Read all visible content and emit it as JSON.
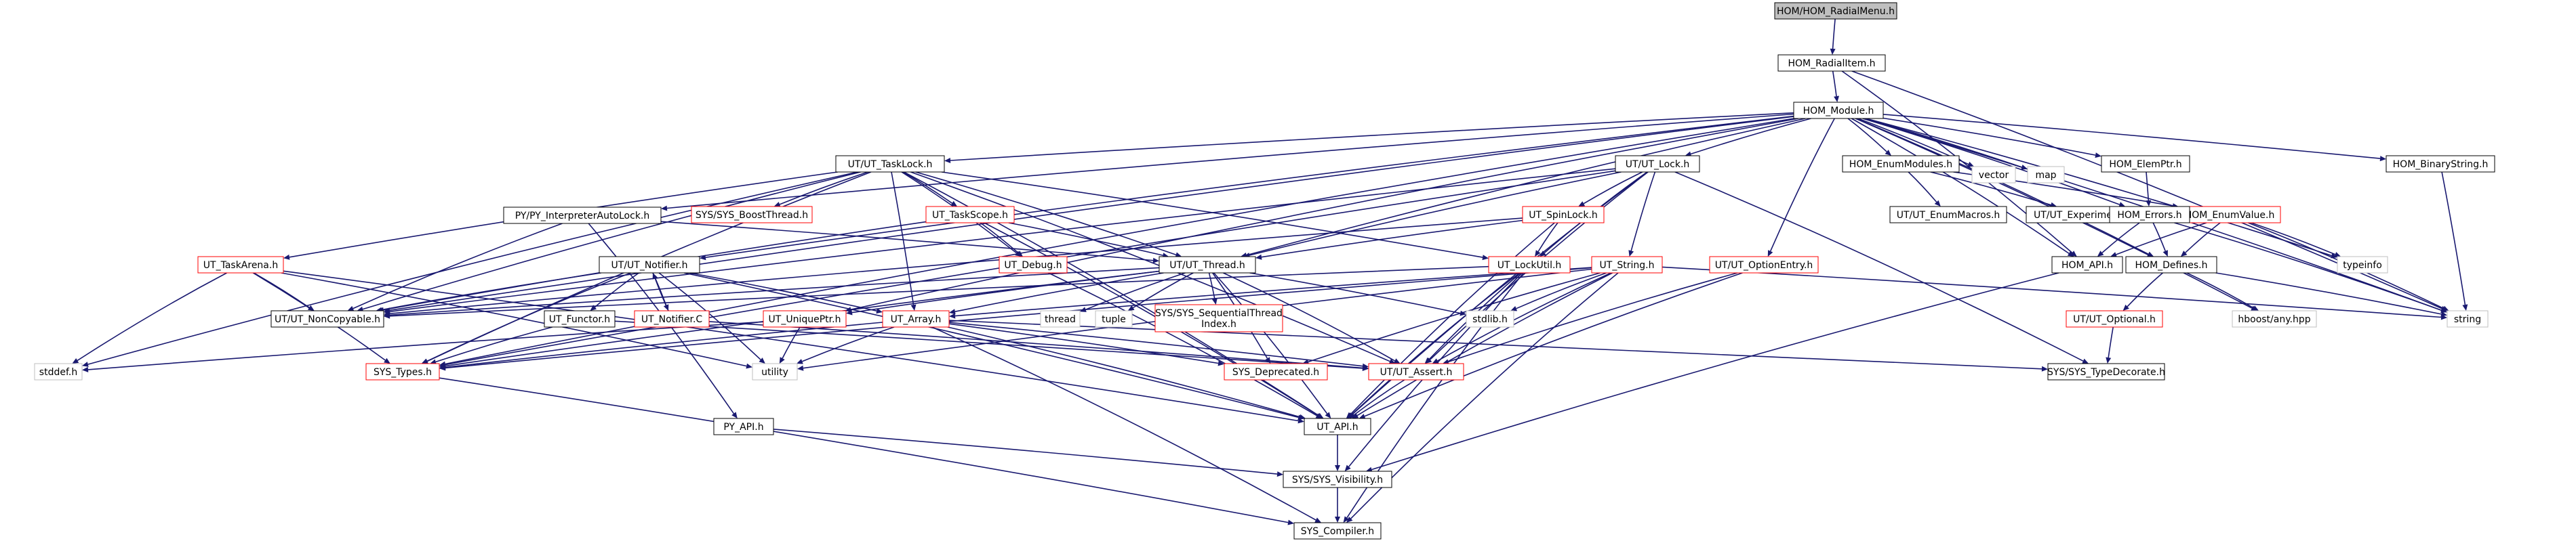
{
  "nodes": [
    {
      "id": "root",
      "lines": [
        "HOM/HOM_RadialMenu.h"
      ],
      "style": "focus"
    },
    {
      "id": "radialitem",
      "lines": [
        "HOM_RadialItem.h"
      ],
      "style": "black"
    },
    {
      "id": "module",
      "lines": [
        "HOM_Module.h"
      ],
      "style": "black"
    },
    {
      "id": "tasklock",
      "lines": [
        "UT/UT_TaskLock.h"
      ],
      "style": "black"
    },
    {
      "id": "lock",
      "lines": [
        "UT/UT_Lock.h"
      ],
      "style": "black"
    },
    {
      "id": "enummodules",
      "lines": [
        "HOM_EnumModules.h"
      ],
      "style": "black"
    },
    {
      "id": "vector",
      "lines": [
        "vector"
      ],
      "style": "gray"
    },
    {
      "id": "map",
      "lines": [
        "map"
      ],
      "style": "gray"
    },
    {
      "id": "elemptr",
      "lines": [
        "HOM_ElemPtr.h"
      ],
      "style": "black"
    },
    {
      "id": "binarystring",
      "lines": [
        "HOM_BinaryString.h"
      ],
      "style": "black"
    },
    {
      "id": "pyinterp",
      "lines": [
        "PY/PY_InterpreterAutoLock.h"
      ],
      "style": "black"
    },
    {
      "id": "boostthread",
      "lines": [
        "SYS/SYS_BoostThread.h"
      ],
      "style": "red"
    },
    {
      "id": "taskscope",
      "lines": [
        "UT_TaskScope.h"
      ],
      "style": "red"
    },
    {
      "id": "spinlock",
      "lines": [
        "UT_SpinLock.h"
      ],
      "style": "red"
    },
    {
      "id": "enummacros",
      "lines": [
        "UT/UT_EnumMacros.h"
      ],
      "style": "black"
    },
    {
      "id": "experimental",
      "lines": [
        "UT/UT_Experimental.h"
      ],
      "style": "black"
    },
    {
      "id": "enumvalue",
      "lines": [
        "HOM_EnumValue.h"
      ],
      "style": "red"
    },
    {
      "id": "errors",
      "lines": [
        "HOM_Errors.h"
      ],
      "style": "black"
    },
    {
      "id": "taskarena",
      "lines": [
        "UT_TaskArena.h"
      ],
      "style": "red"
    },
    {
      "id": "notifier",
      "lines": [
        "UT/UT_Notifier.h"
      ],
      "style": "black"
    },
    {
      "id": "debug",
      "lines": [
        "UT_Debug.h"
      ],
      "style": "red"
    },
    {
      "id": "thread",
      "lines": [
        "UT/UT_Thread.h"
      ],
      "style": "black"
    },
    {
      "id": "lockutil",
      "lines": [
        "UT_LockUtil.h"
      ],
      "style": "red"
    },
    {
      "id": "string",
      "lines": [
        "UT_String.h"
      ],
      "style": "red"
    },
    {
      "id": "optionentry",
      "lines": [
        "UT/UT_OptionEntry.h"
      ],
      "style": "red"
    },
    {
      "id": "homapi",
      "lines": [
        "HOM_API.h"
      ],
      "style": "black"
    },
    {
      "id": "defines",
      "lines": [
        "HOM_Defines.h"
      ],
      "style": "black"
    },
    {
      "id": "typeinfo",
      "lines": [
        "typeinfo"
      ],
      "style": "gray"
    },
    {
      "id": "noncopyable",
      "lines": [
        "UT/UT_NonCopyable.h"
      ],
      "style": "black"
    },
    {
      "id": "functor",
      "lines": [
        "UT_Functor.h"
      ],
      "style": "black"
    },
    {
      "id": "notifierc",
      "lines": [
        "UT_Notifier.C"
      ],
      "style": "red"
    },
    {
      "id": "uniqueptr",
      "lines": [
        "UT_UniquePtr.h"
      ],
      "style": "red"
    },
    {
      "id": "array",
      "lines": [
        "UT_Array.h"
      ],
      "style": "red"
    },
    {
      "id": "threadstd",
      "lines": [
        "thread"
      ],
      "style": "gray"
    },
    {
      "id": "tuple",
      "lines": [
        "tuple"
      ],
      "style": "gray"
    },
    {
      "id": "seqthread",
      "lines": [
        "SYS/SYS_SequentialThread",
        "Index.h"
      ],
      "style": "red"
    },
    {
      "id": "stdlib",
      "lines": [
        "stdlib.h"
      ],
      "style": "gray"
    },
    {
      "id": "string_std",
      "lines": [
        "string"
      ],
      "style": "gray"
    },
    {
      "id": "anyhpp",
      "lines": [
        "hboost/any.hpp"
      ],
      "style": "gray"
    },
    {
      "id": "optional",
      "lines": [
        "UT/UT_Optional.h"
      ],
      "style": "red"
    },
    {
      "id": "stddef",
      "lines": [
        "stddef.h"
      ],
      "style": "gray"
    },
    {
      "id": "systypes",
      "lines": [
        "SYS_Types.h"
      ],
      "style": "red"
    },
    {
      "id": "utility",
      "lines": [
        "utility"
      ],
      "style": "gray"
    },
    {
      "id": "deprecated",
      "lines": [
        "SYS_Deprecated.h"
      ],
      "style": "red"
    },
    {
      "id": "assert",
      "lines": [
        "UT/UT_Assert.h"
      ],
      "style": "red"
    },
    {
      "id": "typedecorate",
      "lines": [
        "SYS/SYS_TypeDecorate.h"
      ],
      "style": "black"
    },
    {
      "id": "pyapi",
      "lines": [
        "PY_API.h"
      ],
      "style": "black"
    },
    {
      "id": "utapi",
      "lines": [
        "UT_API.h"
      ],
      "style": "black"
    },
    {
      "id": "visibility",
      "lines": [
        "SYS/SYS_Visibility.h"
      ],
      "style": "black"
    },
    {
      "id": "compiler",
      "lines": [
        "SYS_Compiler.h"
      ],
      "style": "black"
    }
  ],
  "edges": [
    [
      "root",
      "radialitem"
    ],
    [
      "radialitem",
      "module"
    ],
    [
      "radialitem",
      "homapi"
    ],
    [
      "radialitem",
      "string_std"
    ],
    [
      "module",
      "tasklock"
    ],
    [
      "module",
      "lock"
    ],
    [
      "module",
      "enummodules"
    ],
    [
      "module",
      "vector"
    ],
    [
      "module",
      "map"
    ],
    [
      "module",
      "elemptr"
    ],
    [
      "module",
      "binarystring"
    ],
    [
      "module",
      "pyinterp"
    ],
    [
      "module",
      "errors"
    ],
    [
      "module",
      "homapi"
    ],
    [
      "module",
      "defines"
    ],
    [
      "module",
      "typeinfo"
    ],
    [
      "module",
      "string_std"
    ],
    [
      "module",
      "notifier"
    ],
    [
      "module",
      "thread"
    ],
    [
      "module",
      "optionentry"
    ],
    [
      "module",
      "noncopyable"
    ],
    [
      "module",
      "uniqueptr"
    ],
    [
      "module",
      "systypes"
    ],
    [
      "module",
      "anyhpp"
    ],
    [
      "tasklock",
      "boostthread"
    ],
    [
      "tasklock",
      "taskscope"
    ],
    [
      "tasklock",
      "taskarena"
    ],
    [
      "tasklock",
      "debug"
    ],
    [
      "tasklock",
      "thread"
    ],
    [
      "tasklock",
      "lockutil"
    ],
    [
      "tasklock",
      "noncopyable"
    ],
    [
      "tasklock",
      "array"
    ],
    [
      "tasklock",
      "assert"
    ],
    [
      "tasklock",
      "utapi"
    ],
    [
      "tasklock",
      "systypes"
    ],
    [
      "tasklock",
      "stddef"
    ],
    [
      "lock",
      "spinlock"
    ],
    [
      "lock",
      "lockutil"
    ],
    [
      "lock",
      "string"
    ],
    [
      "lock",
      "thread"
    ],
    [
      "lock",
      "noncopyable"
    ],
    [
      "lock",
      "utapi"
    ],
    [
      "lock",
      "assert"
    ],
    [
      "lock",
      "systypes"
    ],
    [
      "lock",
      "typedecorate"
    ],
    [
      "enummodules",
      "enummacros"
    ],
    [
      "enummodules",
      "experimental"
    ],
    [
      "enummodules",
      "enumvalue"
    ],
    [
      "elemptr",
      "errors"
    ],
    [
      "binarystring",
      "string_std"
    ],
    [
      "pyinterp",
      "thread"
    ],
    [
      "pyinterp",
      "noncopyable"
    ],
    [
      "pyinterp",
      "pyapi"
    ],
    [
      "taskscope",
      "debug"
    ],
    [
      "taskscope",
      "thread"
    ],
    [
      "taskscope",
      "noncopyable"
    ],
    [
      "taskscope",
      "utapi"
    ],
    [
      "spinlock",
      "thread"
    ],
    [
      "spinlock",
      "lockutil"
    ],
    [
      "spinlock",
      "noncopyable"
    ],
    [
      "spinlock",
      "utapi"
    ],
    [
      "enumvalue",
      "homapi"
    ],
    [
      "enumvalue",
      "defines"
    ],
    [
      "enumvalue",
      "typeinfo"
    ],
    [
      "enumvalue",
      "string_std"
    ],
    [
      "errors",
      "homapi"
    ],
    [
      "errors",
      "defines"
    ],
    [
      "errors",
      "string_std"
    ],
    [
      "taskarena",
      "noncopyable"
    ],
    [
      "taskarena",
      "systypes"
    ],
    [
      "taskarena",
      "utapi"
    ],
    [
      "taskarena",
      "stddef"
    ],
    [
      "taskarena",
      "utility"
    ],
    [
      "notifier",
      "functor"
    ],
    [
      "notifier",
      "notifierc"
    ],
    [
      "notifier",
      "array"
    ],
    [
      "notifier",
      "noncopyable"
    ],
    [
      "notifier",
      "systypes"
    ],
    [
      "notifier",
      "utapi"
    ],
    [
      "notifier",
      "utility"
    ],
    [
      "notifierc",
      "notifier"
    ],
    [
      "notifierc",
      "assert"
    ],
    [
      "debug",
      "utapi"
    ],
    [
      "thread",
      "array"
    ],
    [
      "thread",
      "threadstd"
    ],
    [
      "thread",
      "tuple"
    ],
    [
      "thread",
      "seqthread"
    ],
    [
      "thread",
      "stdlib"
    ],
    [
      "thread",
      "noncopyable"
    ],
    [
      "thread",
      "uniqueptr"
    ],
    [
      "thread",
      "systypes"
    ],
    [
      "thread",
      "deprecated"
    ],
    [
      "thread",
      "assert"
    ],
    [
      "thread",
      "utapi"
    ],
    [
      "lockutil",
      "noncopyable"
    ],
    [
      "lockutil",
      "assert"
    ],
    [
      "lockutil",
      "utapi"
    ],
    [
      "lockutil",
      "compiler"
    ],
    [
      "lockutil",
      "visibility"
    ],
    [
      "string",
      "stdlib"
    ],
    [
      "string",
      "array"
    ],
    [
      "string",
      "assert"
    ],
    [
      "string",
      "utapi"
    ],
    [
      "string",
      "systypes"
    ],
    [
      "string",
      "deprecated"
    ],
    [
      "string",
      "utility"
    ],
    [
      "string",
      "compiler"
    ],
    [
      "string",
      "string_std"
    ],
    [
      "optionentry",
      "assert"
    ],
    [
      "optionentry",
      "utapi"
    ],
    [
      "homapi",
      "visibility"
    ],
    [
      "defines",
      "anyhpp"
    ],
    [
      "defines",
      "optional"
    ],
    [
      "defines",
      "string_std"
    ],
    [
      "functor",
      "systypes"
    ],
    [
      "functor",
      "assert"
    ],
    [
      "uniqueptr",
      "utility"
    ],
    [
      "uniqueptr",
      "stddef"
    ],
    [
      "array",
      "systypes"
    ],
    [
      "array",
      "deprecated"
    ],
    [
      "array",
      "assert"
    ],
    [
      "array",
      "utapi"
    ],
    [
      "array",
      "typedecorate"
    ],
    [
      "array",
      "utility"
    ],
    [
      "array",
      "compiler"
    ],
    [
      "optional",
      "typedecorate"
    ],
    [
      "systypes",
      "compiler"
    ],
    [
      "assert",
      "utapi"
    ],
    [
      "pyapi",
      "visibility"
    ],
    [
      "utapi",
      "visibility"
    ],
    [
      "visibility",
      "compiler"
    ]
  ]
}
